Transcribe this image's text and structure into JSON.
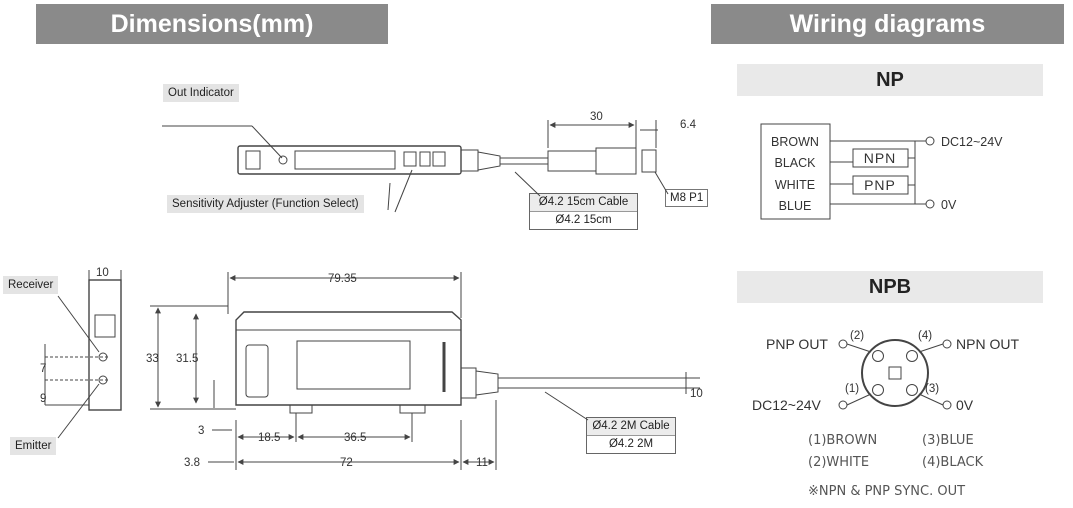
{
  "headers": {
    "dimensions": "Dimensions(mm)",
    "wiring": "Wiring diagrams"
  },
  "sub_headers": {
    "np": "NP",
    "npb": "NPB"
  },
  "labels": {
    "out_indicator": "Out Indicator",
    "sensitivity": "Sensitivity Adjuster (Function Select)",
    "receiver": "Receiver",
    "emitter": "Emitter",
    "cable_top_a": "Ø4.2 15cm Cable",
    "cable_top_b": "Ø4.2 15cm",
    "cable_bot_a": "Ø4.2 2M Cable",
    "cable_bot_b": "Ø4.2 2M",
    "m8": "M8 P1"
  },
  "dims": {
    "d30": "30",
    "d6_4": "6.4",
    "d10_side": "10",
    "d7": "7",
    "d9": "9",
    "d79_35": "79.35",
    "d33": "33",
    "d31_5": "31.5",
    "d3": "3",
    "d18_5": "18.5",
    "d36_5": "36.5",
    "d3_8": "3.8",
    "d72": "72",
    "d11": "11",
    "d10_cable": "10"
  },
  "np_wiring": {
    "wires": [
      "BROWN",
      "BLACK",
      "WHITE",
      "BLUE"
    ],
    "npn": "NPN",
    "pnp": "PNP",
    "supply": "DC12~24V",
    "zero": "0V"
  },
  "npb_wiring": {
    "pnp_out": "PNP OUT",
    "npn_out": "NPN OUT",
    "dc": "DC12~24V",
    "zero": "0V",
    "p1": "(1)",
    "p2": "(2)",
    "p3": "(3)",
    "p4": "(4)",
    "legend": [
      "(1)BROWN",
      "(3)BLUE",
      "(2)WHITE",
      "(4)BLACK"
    ],
    "note": "※NPN & PNP SYNC. OUT"
  },
  "colors": {
    "header_bg": "#8a8a8a",
    "subheader_bg": "#e9e9e9",
    "line": "#444444"
  }
}
